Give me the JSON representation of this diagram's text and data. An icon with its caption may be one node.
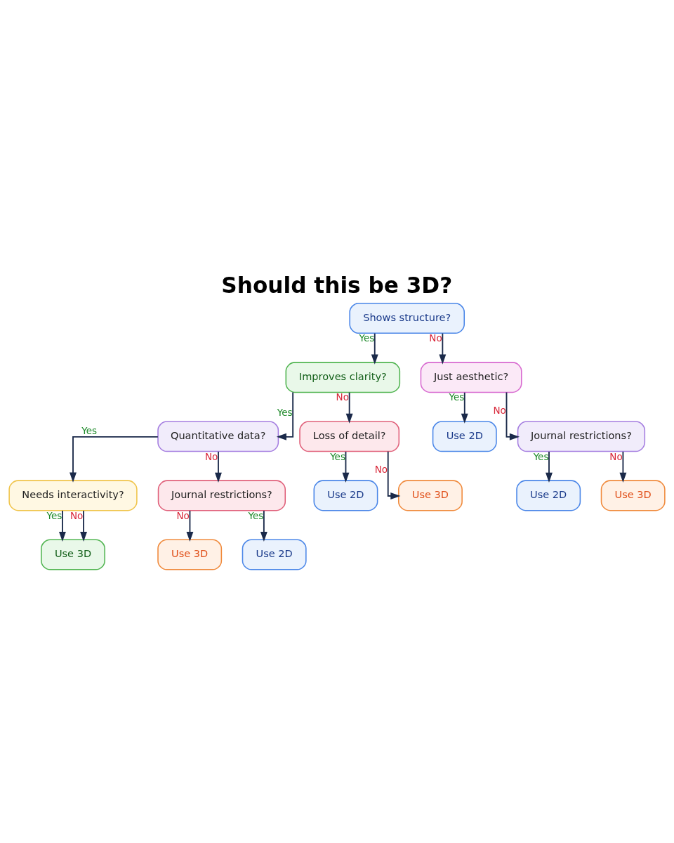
{
  "diagram": {
    "title": "Should this be 3D?",
    "nodes": [
      {
        "text": [
          "Shows structure?"
        ]
      },
      {
        "text": [
          "Improves clarity?"
        ]
      },
      {
        "text": [
          "Just aesthetic?"
        ]
      },
      {
        "text": [
          "Quantitative data?"
        ]
      },
      {
        "text": [
          "Loss of detail?"
        ]
      },
      {
        "text": [
          "Use 2D"
        ]
      },
      {
        "text": [
          "Journal restrictions?"
        ]
      },
      {
        "text": [
          "Needs interactivity?"
        ]
      },
      {
        "text": [
          "Journal restrictions?"
        ]
      },
      {
        "text": [
          "Use 2D"
        ]
      },
      {
        "text": [
          "Use 3D"
        ]
      },
      {
        "text": [
          "Use 2D"
        ]
      },
      {
        "text": [
          "Use 3D"
        ]
      },
      {
        "text": [
          "Use 3D"
        ]
      },
      {
        "text": [
          "Use 3D"
        ]
      },
      {
        "text": [
          "Use 2D"
        ]
      }
    ],
    "edges": [
      {
        "from": 0,
        "to": 1,
        "arrow": "to",
        "label": "Yes"
      },
      {
        "from": 0,
        "to": 2,
        "arrow": "to",
        "label": "No"
      },
      {
        "from": 1,
        "to": 3,
        "arrow": "to",
        "label": "Yes"
      },
      {
        "from": 1,
        "to": 4,
        "arrow": "to",
        "label": "No"
      },
      {
        "from": 2,
        "to": 5,
        "arrow": "to",
        "label": "Yes"
      },
      {
        "from": 2,
        "to": 6,
        "arrow": "to",
        "label": "No"
      },
      {
        "from": 3,
        "to": 7,
        "arrow": "to",
        "label": "Yes"
      },
      {
        "from": 3,
        "to": 8,
        "arrow": "to",
        "label": "No"
      },
      {
        "from": 4,
        "to": 9,
        "arrow": "to",
        "label": "Yes"
      },
      {
        "from": 4,
        "to": 10,
        "arrow": "to",
        "label": "No"
      },
      {
        "from": 6,
        "to": 11,
        "arrow": "to",
        "label": "Yes"
      },
      {
        "from": 6,
        "to": 12,
        "arrow": "to",
        "label": "No"
      },
      {
        "from": 7,
        "to": 13,
        "arrow": "to",
        "label": "Yes"
      },
      {
        "from": 7,
        "to": 13,
        "arrow": "to",
        "label": "No"
      },
      {
        "from": 8,
        "to": 14,
        "arrow": "to",
        "label": "No"
      },
      {
        "from": 8,
        "to": 15,
        "arrow": "to",
        "label": "Yes"
      }
    ]
  }
}
